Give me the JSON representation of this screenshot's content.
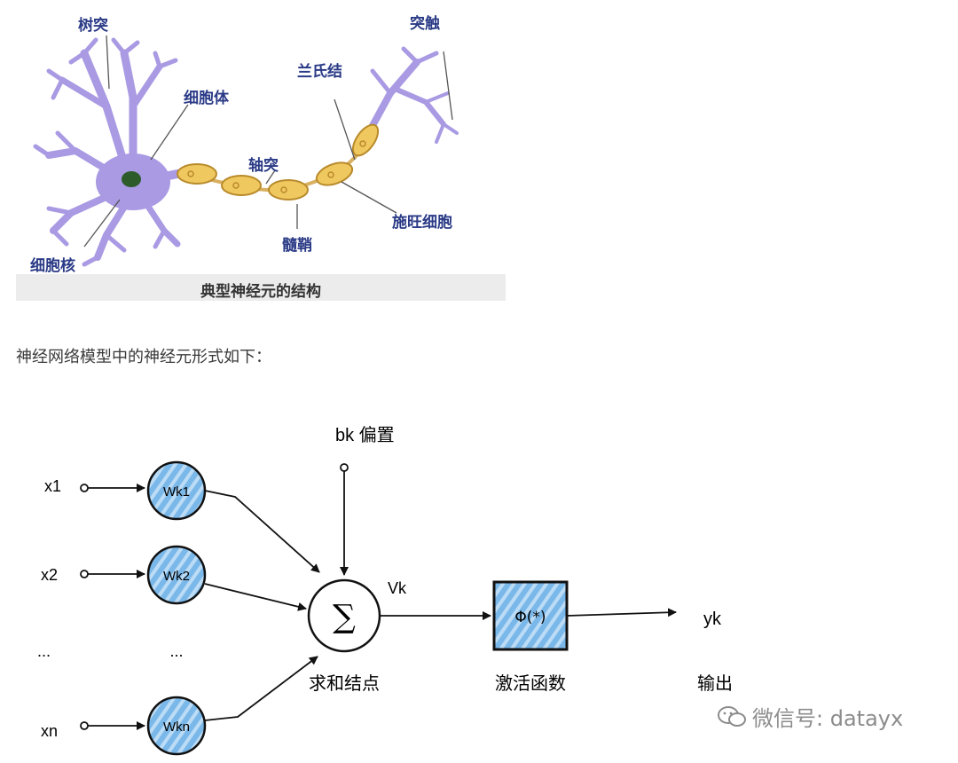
{
  "neuron": {
    "labels": {
      "dendrite": "树突",
      "soma": "细胞体",
      "axon": "轴突",
      "nucleus": "细胞核",
      "myelin": "髓鞘",
      "ranvier": "兰氏结",
      "synapse": "突触",
      "schwann": "施旺细胞"
    },
    "caption": "典型神经元的结构"
  },
  "intro_text": "神经网络模型中的神经元形式如下：",
  "model": {
    "inputs": [
      "x1",
      "x2",
      "...",
      "xn"
    ],
    "weights": [
      "Wk1",
      "Wk2",
      "...",
      "Wkn"
    ],
    "bias_label": "bk 偏置",
    "sum_symbol": "∑",
    "sum_label": "求和结点",
    "v_label": "Vk",
    "activation_symbol": "Φ(*)",
    "activation_label": "激活函数",
    "output_symbol": "yk",
    "output_label": "输出"
  },
  "watermark": "微信号: datayx",
  "colors": {
    "neuron_body": "#a99ae3",
    "nucleus": "#2e5b2a",
    "myelin": "#f0c860",
    "label_blue": "#2a3a86",
    "weight_fill": "#7ab8ea"
  }
}
